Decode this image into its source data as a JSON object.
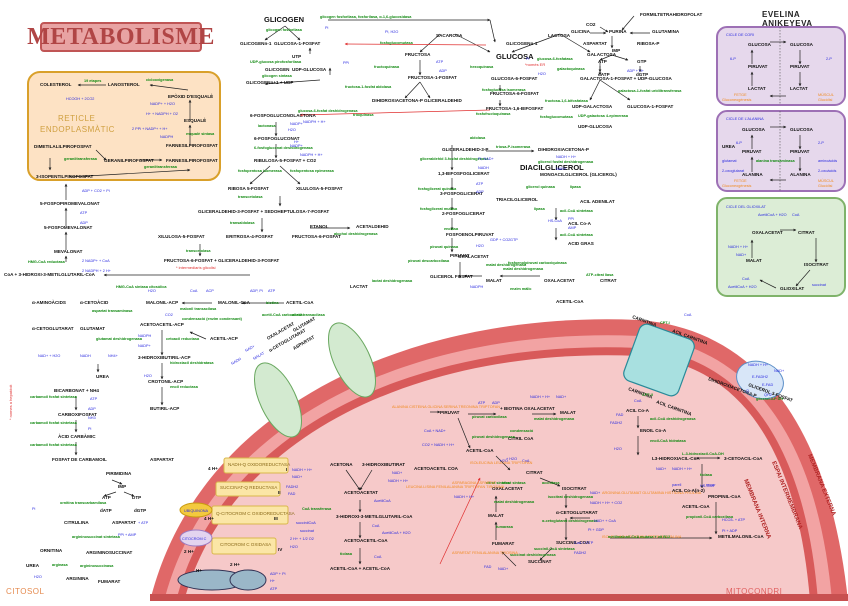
{
  "header": {
    "title": "METABOLISME",
    "author": "EVELINA ANIKEYEVA"
  },
  "compartments": {
    "er": "RETICLE ENDOPLASMÀTIC",
    "er_line1": "RETICLE",
    "er_line2": "ENDOPLASMÀTIC",
    "cytosol": "CITOSOL",
    "mito": "MITOCONDRI",
    "outer_membrane": "MEMBRANA EXTERNA",
    "intermembrane": "ESPAI INTERMEMBRANA",
    "inner_membrane": "MEMBRANA INTERNA"
  },
  "colors": {
    "metabolite": "#111111",
    "enzyme": "#138a13",
    "cofactor": "#2a2ae0",
    "amino_acid": "#f08a1e",
    "highlight": "#e03030",
    "er_fill": "#fde2c4",
    "er_border": "#d9a02a",
    "mito_membrane": "#e06868",
    "mito_matrix": "#f6c9c9",
    "cori_fill": "#e6d8ec",
    "cori_border": "#9d70b5",
    "glyox_fill": "#dcedd6",
    "glyox_border": "#7fb36a"
  },
  "er_pathway": {
    "metabolites": [
      "COLESTEROL",
      "LANOSTEROL",
      "EPÒXID D'ESQUALÈ",
      "ESQUALÈ",
      "FARNESILPIROFOSFAT",
      "FARNESILPIROFOSFAT",
      "DIMETILALILPIROFOSFAT",
      "GERANILPIROFOSFAT",
      "3-ISOPENTILPIROFOSFAT"
    ],
    "enzymes": [
      "19 etapes",
      "ciclooxigenasa",
      "esqualè sintasa",
      "geraniltransferasa",
      "geraniltransferasa"
    ],
    "cofactors": [
      "HCOOH + 2CO2",
      "NADP+ + H2O",
      "H+ + NADPH + O2",
      "2 PPi + NADP+ + H+",
      "NADPH"
    ]
  },
  "glycogen": {
    "metabolites": [
      "GLICOGEN",
      "GLICOGENn-1",
      "GLUCOSA-1-FOSFAT",
      "UTP",
      "GLICOGEN",
      "UDP-GLUCOSA",
      "GLICOGENn+1 + UDP"
    ],
    "enzymes": [
      "glicogen fosforilasa",
      "UDP-glucosa pirofosforilasa",
      "glicogen sintasa",
      "glicogen fosforilasa, fosforilasa, α-1,6-glucosidasa"
    ],
    "cofactors": [
      "Pi",
      "PPi",
      "Pi, H2O"
    ]
  },
  "sugar": {
    "metabolites": [
      "SACAROSA",
      "FRUCTOSA",
      "FRUCTOSA-1-FOSFAT",
      "DIHIDROXIACETONA-P",
      "GLICERALDEHID",
      "GLICOGENn-1",
      "GLUCOSA",
      "GLUCOSA-6-FOSFAT",
      "FRUCTOSA-6-FOSFAT",
      "FRUCTOSA-1,6-BIFOSFAT",
      "LACTOSA",
      "GALACTOSA",
      "GALACTOSA-1-FOSFAT + UDP-GLUCOSA",
      "UDP-GALACTOSA",
      "GLUCOSA-1-FOSFAT",
      "UDP-GLUCOSA"
    ],
    "enzymes": [
      "fosfoglucomutasa",
      "fructoquinasa",
      "fructosa-1-fosfat aldolasa",
      "hexoquinasa",
      "glucosa-6-fosfatasa",
      "fosfoglucosa isomerasa",
      "fosfofructoquinasa",
      "fructosa-1,6-bifosfatasa",
      "galactoquinasa",
      "galactosa-1-fosfat uridiltransferasa",
      "UDP-galactosa 4-epimerasa",
      "fosfoglucomutasa",
      "trioquinasa"
    ],
    "cofactors": [
      "ATP",
      "ADP",
      "Pi",
      "H2O",
      "ADP + H+"
    ],
    "notes": [
      "*només ER"
    ]
  },
  "purine": {
    "metabolites": [
      "CO2",
      "FORMILTETRAHIDROFOLAT",
      "GLICINA",
      "PURINA",
      "GLUTAMINA",
      "ASPARTAT",
      "RIBOSA-P",
      "IMP",
      "ATP",
      "GTP",
      "dATP",
      "dGTP"
    ]
  },
  "pentose_phosphate": {
    "metabolites": [
      "6-FOSFOGLUCONOLACTONA",
      "6-FOSFOGLUCONAT",
      "RIBULOSA-5-FOSFAT + CO2",
      "RIBOSA 5-FOSFAT",
      "XILULOSA-5-FOSFAT",
      "GLICERALDEHID-3-FOSFAT + SEDOHEPTULOSA-7-FOSFAT",
      "XILULOSA-5-FOSFAT",
      "ERITROSA-4-FOSFAT",
      "FRUCTOSA-6-FOSFAT",
      "FRUCTOSA-6-FOSFAT + GLICERALDEHID-3-FOSFAT"
    ],
    "enzymes": [
      "glucosa-6-fosfat deshidrogenasa",
      "lactonasa",
      "6-fosfogluconat deshidrogenasa",
      "fosfopentosa isomerasa",
      "fosfopentosa epimerasa",
      "transcetolasa",
      "transaldolasa",
      "transcetolasa"
    ],
    "cofactors": [
      "NADPH + H+",
      "NADP+",
      "H2O",
      "H+",
      "NADP+",
      "NADPH + H+"
    ],
    "note": "* intermediaris glicolisi"
  },
  "glycolysis": {
    "metabolites": [
      "GLICERALDEHID-3-P",
      "DIHIDROXIACETONA-P",
      "1,3-BIFOSFOGLICERAT",
      "3-FOSFOGLICERAT",
      "2-FOSFOGLICERAT",
      "FOSFOENOLPIRUVAT",
      "PIRUVAT",
      "GLICEROL FOSFAT",
      "MONOACILGLICEROL (GLICEROL)",
      "TRIACILGLICEROL",
      "DIACILGLICEROL",
      "ACIL ADENILAT",
      "ACIL Co-A",
      "ACID GRAS",
      "OXALACETAT",
      "MALAT",
      "OXALACETAT",
      "CITRAT",
      "ACETIL-CoA",
      "ETANOL",
      "ACETALDEHID",
      "LACTAT"
    ],
    "enzymes": [
      "aldolasa",
      "triosa-P-isomerasa",
      "gliceraldehid 3-fosfat deshidrogenasa",
      "fosfoglicerat quinasa",
      "fosfoglicerat mutasa",
      "enolasa",
      "piruvat quinasa",
      "glicerol fosfat deshidrogenasa",
      "glicerol quinasa",
      "lipasa",
      "lipasa",
      "acil-CoA sintetasa",
      "acil-CoA sintetasa",
      "fosfoenolpiruvat carboxiquinasa",
      "malat deshidrogenasa",
      "malat deshidrogenasa",
      "enzim màlic",
      "ATP-citrat liasa",
      "alcohol deshidrogenasa",
      "piruvat descarboxilasa",
      "lactat deshidrogenasa"
    ],
    "cofactors": [
      "Pi, NAD+",
      "NADH",
      "ATP",
      "ADP",
      "H2O",
      "GDP + CO2",
      "GTP",
      "NADH + H+",
      "NAD+",
      "NADPH",
      "HS-CoA",
      "AMP",
      "PPi"
    ]
  },
  "mevalonate": {
    "metabolites": [
      "5-FOSFOPIROMEVALONAT",
      "5-FOSFOMEVALONAT",
      "MEVALONAT",
      "CoA + 3-HIDROXI-3-METILGLUTARIL-CoA"
    ],
    "enzymes": [
      "HMG-CoA reductasa",
      "HMG-CoA sintasa citosòlica"
    ],
    "cofactors": [
      "ADP + CO2 + Pi",
      "ATP",
      "ADP",
      "2 NADP+ + CoA",
      "2 NADPH + 2 H+",
      "H2O"
    ]
  },
  "fatty_acid_synthesis": {
    "metabolites": [
      "MALONIL-ACP",
      "MALONIL-CoA",
      "ACETOACETIL-ACP",
      "ACETIL-ACP",
      "3-HIDROXIBUTIRIL-ACP",
      "CROTONIL-ACP",
      "BUTIRIL-ACP",
      "ACETIL-CoA"
    ],
    "enzymes": [
      "malonil transacilasa",
      "condensació (enzim condensant)",
      "acetil transacilasa",
      "acetil-CoA carboxilasa",
      "biotina",
      "cetoacil reductasa",
      "hidroxiacil deshidratasa",
      "enoil reductasa"
    ],
    "cofactors": [
      "CoA",
      "ACP",
      "CO2",
      "ADP, Pi",
      "ATP",
      "NADPH",
      "NADP+",
      "H2O"
    ]
  },
  "amino_acids": {
    "metabolites": [
      "α-AMINOÀCIDS",
      "α-CETOÀCID",
      "α-CETOGLUTARAT",
      "GLUTAMAT",
      "UREA",
      "BICARBONAT + NH4",
      "CARBOXIFOSFAT",
      "ÀCID CARBÀMIC",
      "FOSFAT DE CARBAMOIL",
      "PIRIMIDINA",
      "ASPARTAT",
      "IMP",
      "ATP",
      "DTP",
      "dATP",
      "dGTP"
    ],
    "enzymes": [
      "aspartat transaminasa",
      "glutamat deshidrogenasa",
      "carbamoil fosfat sintetasa",
      "carbamoil fosfat sintetasa",
      "carbamoil fosfat sintetasa"
    ],
    "cofactors": [
      "NAD+ + H2O",
      "NADH",
      "NH4+",
      "ATP",
      "ADP",
      "NH3",
      "Pi"
    ],
    "side_note": "* nomes a hepatòcit"
  },
  "urea_cycle": {
    "metabolites": [
      "CITRULINA",
      "ASPARTAT",
      "ARGININOSUCCINAT",
      "ORNITINA",
      "ARGININA",
      "FUMARAT",
      "UREA"
    ],
    "enzymes": [
      "ornitina transcarbamilasa",
      "argininosuccinat sintetasa",
      "arginasa",
      "argininosuccinasa"
    ],
    "cofactors": [
      "+ ATP",
      "PPi + AMP",
      "H2O",
      "Pi"
    ]
  },
  "shuttles": {
    "malate_aspartate": [
      "OXALACETAT",
      "GLUTAMAT",
      "α-CETOGLUTARAT",
      "ASPARTAT",
      "MALAT",
      "NADH",
      "NAD+"
    ]
  },
  "etc": {
    "complexes": [
      {
        "name": "NADH-Q OXIDOREDUCTASA",
        "num": "I"
      },
      {
        "name": "SUCCINAT-Q REDUCTASA",
        "num": "II"
      },
      {
        "name": "Q-CITOCROM C OXIDOREDUCTASA",
        "num": "III"
      },
      {
        "name": "CITOCROM C OXIDASA",
        "num": "IV"
      }
    ],
    "carriers": [
      "UBIQUINONA",
      "CITOCROM C"
    ],
    "cofactors": [
      "NADH + H+",
      "NAD+",
      "FADH2",
      "FAD",
      "2 H+ + 1/2 O2",
      "H2O",
      "ADP + Pi",
      "H+",
      "ATP"
    ],
    "protons": [
      "4 H+",
      "4 H+",
      "2 H+",
      "2 H+",
      "H+"
    ]
  },
  "ketone": {
    "metabolites": [
      "ACETONA",
      "3-HIDROXIBUTIRAT",
      "ACETOACETAT",
      "3-HIDROXI-3-METILGLUTARIL-CoA",
      "ACETOACETIL-CoA",
      "ACETIL-CoA + ACETIL-CoA"
    ],
    "enzymes": [
      "CoA transferasa",
      "tiolasa"
    ],
    "cofactors": [
      "NAD+",
      "NADH + H+",
      "AcetilCoA",
      "CoA",
      "AcetilCoA + H2O",
      "succinilCoA",
      "succinat",
      "CoA"
    ]
  },
  "tca": {
    "metabolites": [
      "PIRUVAT",
      "+ BIOTINA OXALACETAT",
      "MALAT",
      "ACETIL-CoA",
      "CITRIL CoA",
      "CITRAT",
      "ISOCITRAT",
      "α-CETOGLUTARAT",
      "SUCCINIL-COA",
      "SUCCINAT",
      "FUMARAT",
      "MALAT",
      "OXALACETAT",
      "ACETOACETIL COA"
    ],
    "enzymes": [
      "piruvat carboxilasa",
      "piruvat deshidrogenasa",
      "malat deshidrogenasa",
      "condensació",
      "citrat sintasa",
      "aconitasa",
      "isocitrat deshidrogenasa",
      "α-cetoglutarat deshidrogenasa",
      "succinil-CoA sintetasa",
      "succinat deshidrogenasa",
      "fumarasa",
      "malat deshidrogenasa",
      "citrat sintasa"
    ],
    "cofactors": [
      "ATP",
      "ADP",
      "NADH + H+",
      "NAD+",
      "CoA + NAD+",
      "CO2 + NADH + H+",
      "H2O",
      "CoA",
      "+ H2O",
      "NAD+",
      "NADH + H+ + CO2",
      "NAD+ + CoA",
      "Pi + GDP",
      "CoA + GTP",
      "FADH2",
      "FAD",
      "NAD+",
      "NADH + H+"
    ],
    "amino_acids": [
      "ALANINA CISTEINA GLICINA SERINA TREONINA TRIPTOFAN",
      "ISOLEUCINA LEUCINA TRIPTOFAN",
      "LEUCINA LISINA FENILALANINA TRIPTOFAN TIROSINA",
      "ASPARAGINA ASPARTAT",
      "ASPARTAT FENILALANINA TIROSINA",
      "ARGININA GLUTAMAT GLUTAMINA HISTIDINA PROLINA",
      "ISOLEUCINA METIONINA TREONINA VALINA"
    ]
  },
  "beta_oxidation": {
    "metabolites": [
      "CARNITINA",
      "ACIL CARNITINA",
      "CARNITINA",
      "ACIL CARNITINA",
      "ACIL Co-A",
      "ENOIL Co-A",
      "L3-HIDROXIACIL-CoA",
      "3-CETOACIL-CoA",
      "ACIL Co-A(n-2)",
      "PROPINIL-CoA",
      "ACETIL-CoA",
      "METILMALONIL-CoA",
      "DIHIDROXIACETONA-P",
      "GLICEROL 3-FOSFAT"
    ],
    "enzymes": [
      "CPT-I",
      "CPT-II",
      "acil-CoA deshidrogenasa",
      "enoil-CoA hidratasa",
      "L-3-hidroxiacil-CoA-DH",
      "tiolasa",
      "propionil-CoA carboxilasa",
      "metilmalonil-CoA mutasa + vit B12",
      "glicerol-3-P DH"
    ],
    "cofactors": [
      "CoA",
      "CoA",
      "FAD",
      "FADH2",
      "H2O",
      "NAD+",
      "NADH + H+",
      "HS-CoA",
      "HCO3- + ATP",
      "Pi + ADP",
      "NADH + H+",
      "NAD+",
      "E-FADH2",
      "E-FAD",
      "Q",
      "QH2"
    ],
    "labels": [
      "parell",
      "senar"
    ]
  },
  "cori_cycle": {
    "title": "CICLE DE CORI",
    "left": [
      "GLUCOSA",
      "PIRUVAT",
      "LACTAT"
    ],
    "right": [
      "GLUCOSA",
      "PIRUVAT",
      "LACTAT"
    ],
    "cofactors": [
      "6-P",
      "2-P"
    ],
    "liver": "FETGE",
    "liver_sub": "Gluconeogènesis",
    "muscle": "MÚSCUL",
    "muscle_sub": "Glucòlisi"
  },
  "alanine_cycle": {
    "title": "CICLE DE L'ALANINA",
    "left": [
      "GLUCOSA",
      "PIRUVAT",
      "ALANINA"
    ],
    "right": [
      "GLUCOSA",
      "PIRUVAT",
      "ALANINA"
    ],
    "side": [
      "UREA",
      "glutamat",
      "2-oxoglutarat",
      "aminoàcids",
      "2-oxoàcids"
    ],
    "enzyme": "alanina transaminasa",
    "cofactors": [
      "6-P",
      "2-P"
    ],
    "liver": "FETGE",
    "liver_sub": "Gluconeogènesis",
    "muscle": "MÚSCUL",
    "muscle_sub": "Glucòlisi"
  },
  "glyoxylate_cycle": {
    "title": "CICLE DEL GLIOXILAT",
    "metabolites": [
      "OXALACETAT",
      "CITRAT",
      "ISOCITRAT",
      "GLIOXILAT",
      "MALAT"
    ],
    "cofactors": [
      "AcetilCoA + H2O",
      "CoA",
      "NADH + H+",
      "NAD+",
      "CoA",
      "AcetilCoA + H2O",
      "succinat"
    ]
  }
}
